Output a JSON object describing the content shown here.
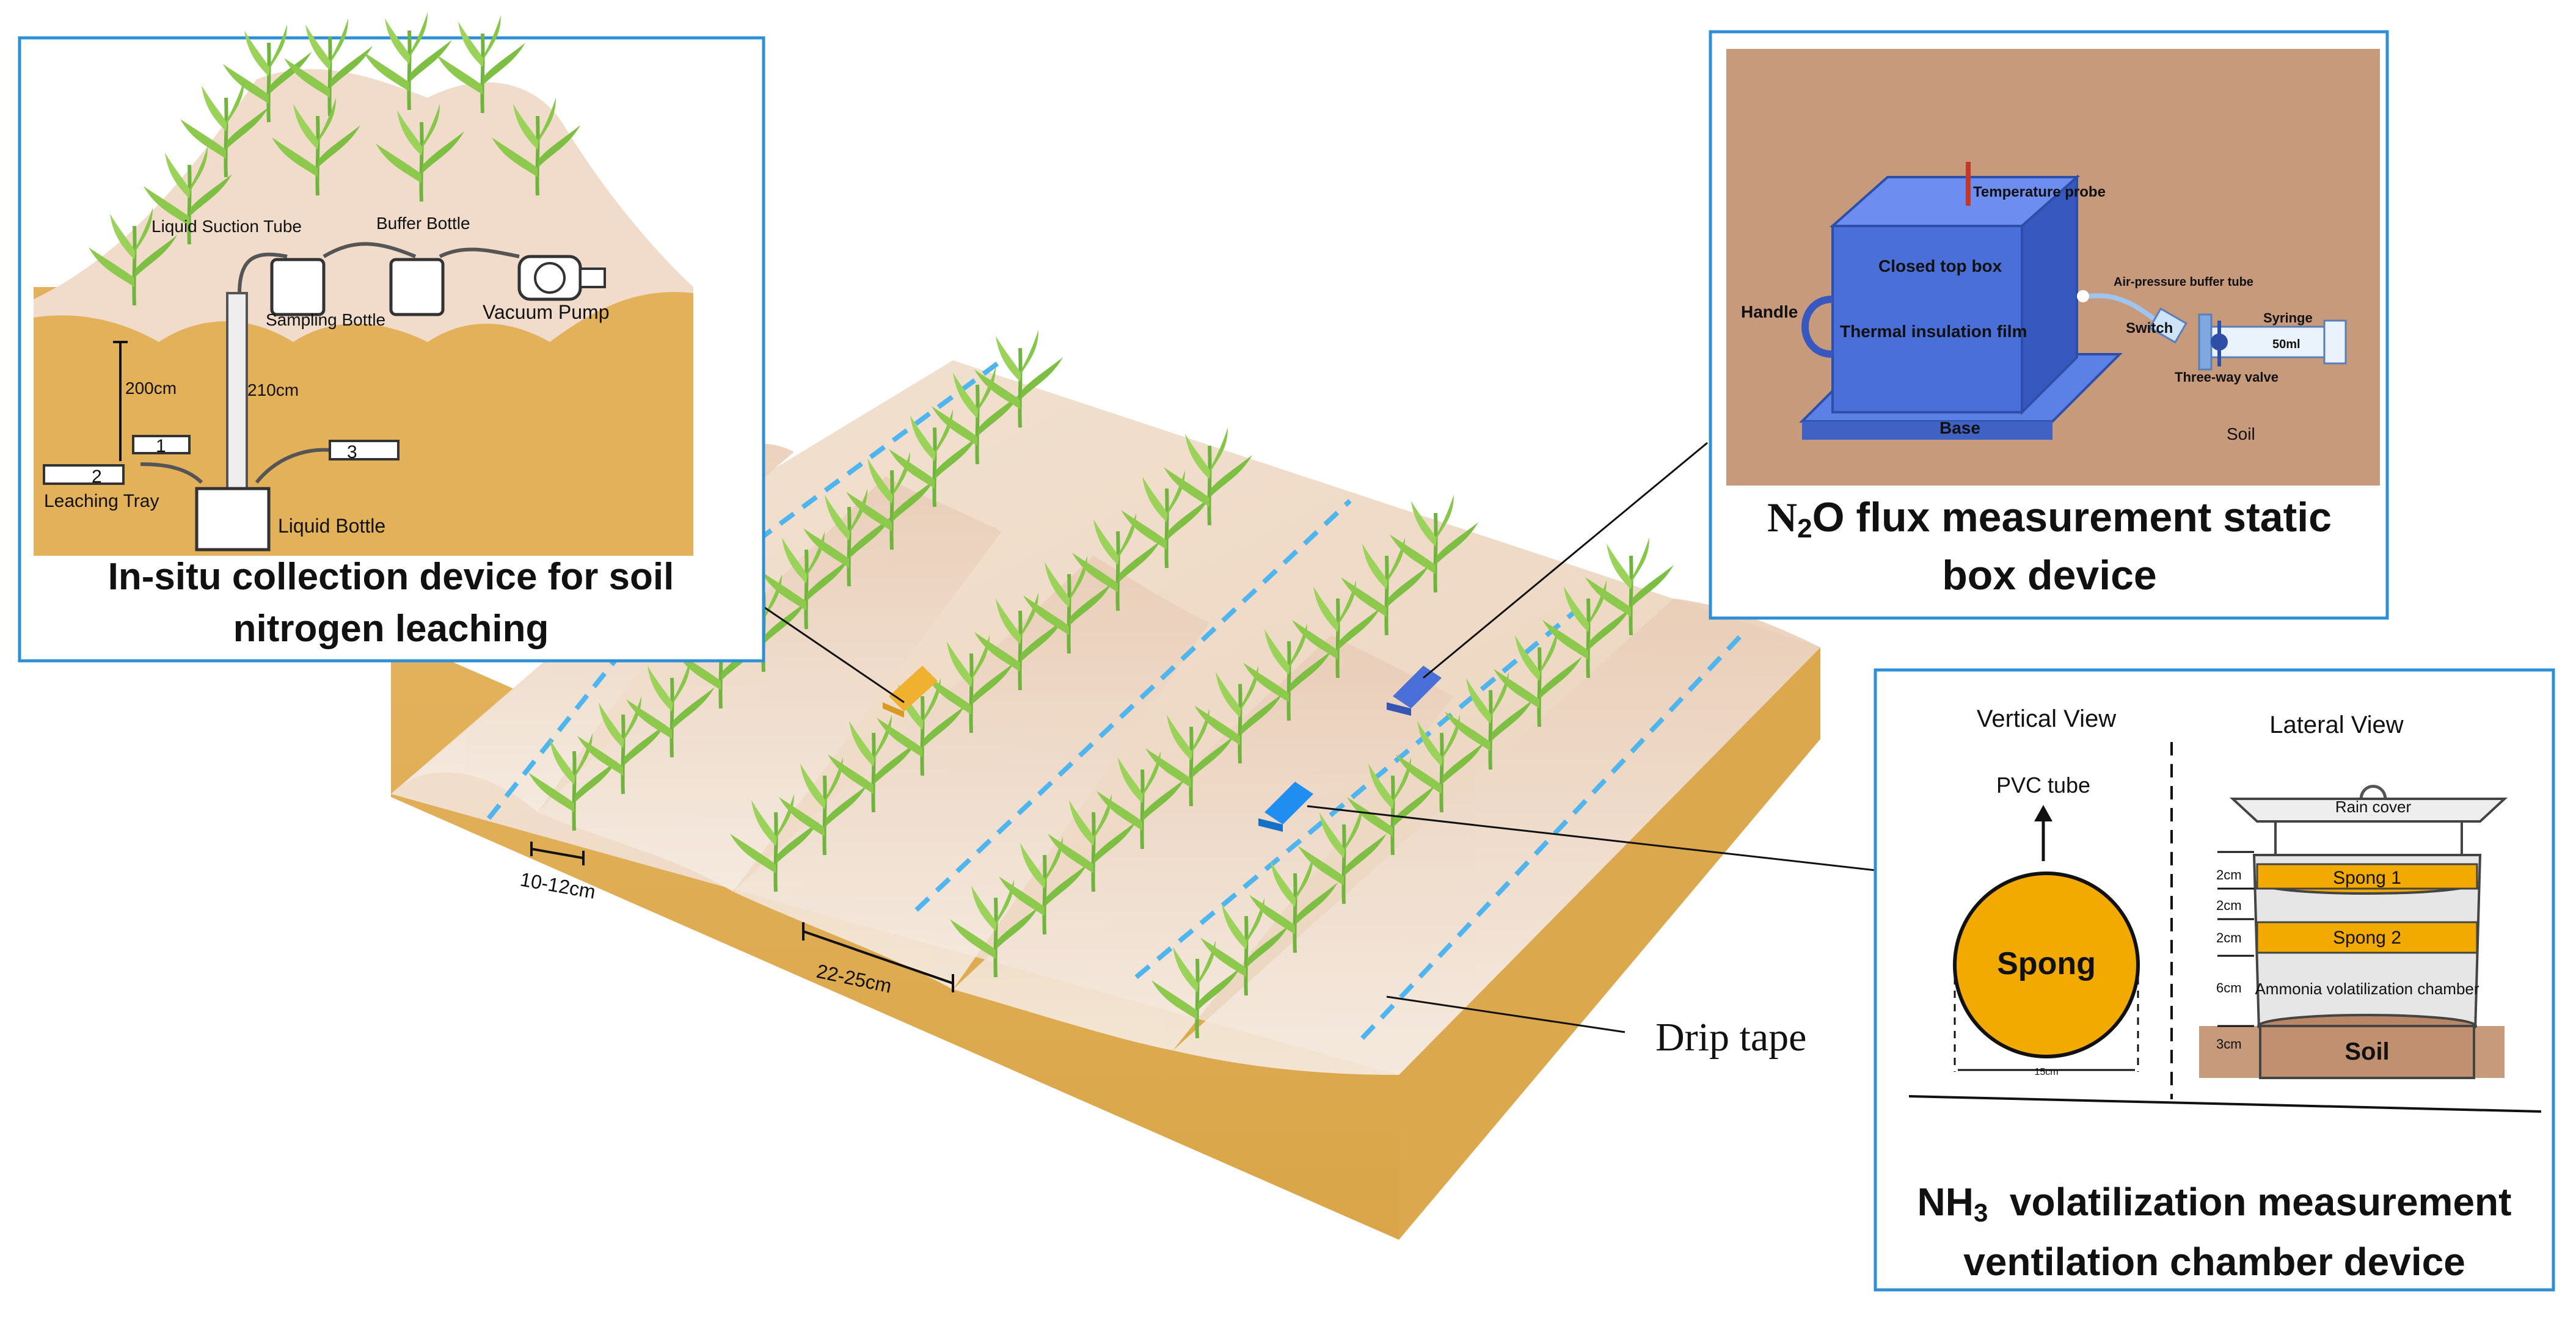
{
  "field": {
    "dim_row_width": "10-12cm",
    "dim_row_spacing": "22-25cm",
    "drip_tape_label": "Drip tape"
  },
  "leaching_panel": {
    "caption_line1": "In-situ collection device for soil",
    "caption_line2": "nitrogen leaching",
    "labels": {
      "liquid_suction_tube": "Liquid Suction Tube",
      "buffer_bottle": "Buffer Bottle",
      "sampling_bottle": "Sampling Bottle",
      "vacuum_pump": "Vacuum Pump",
      "depth_200": "200cm",
      "depth_210": "210cm",
      "tray_1": "1",
      "tray_2": "2",
      "tray_3": "3",
      "leaching_tray": "Leaching Tray",
      "liquid_bottle": "Liquid Bottle"
    },
    "border_color": "#2f8fd6"
  },
  "n2o_panel": {
    "caption_line1_prefix": "N",
    "caption_line1_sub": "2",
    "caption_line1_rest": "O flux measurement static",
    "caption_line2": "box device",
    "labels": {
      "temperature_probe": "Temperature probe",
      "closed_top_box": "Closed top box",
      "thermal_insulation_film": "Thermal insulation film",
      "handle": "Handle",
      "air_pressure_buffer_tube": "Air-pressure buffer tube",
      "switch": "Switch",
      "syringe": "Syringe",
      "syringe_volume": "50ml",
      "three_way_valve": "Three-way valve",
      "base": "Base",
      "soil": "Soil"
    },
    "box_color": "#4a6fd8",
    "background_color": "#c79a7c"
  },
  "nh3_panel": {
    "caption_line1_prefix": "NH",
    "caption_line1_sub": "3",
    "caption_line1_rest": "  volatilization measurement",
    "caption_line2": "ventilation chamber device",
    "vertical_view": {
      "title": "Vertical View",
      "pvc_tube": "PVC tube",
      "spong": "Spong",
      "diameter": "15cm"
    },
    "lateral_view": {
      "title": "Lateral View",
      "rain_cover": "Rain cover",
      "spong_1": "Spong 1",
      "spong_2": "Spong 2",
      "chamber": "Ammonia volatilization chamber",
      "soil": "Soil",
      "dims": [
        "2cm",
        "2cm",
        "2cm",
        "6cm",
        "3cm"
      ]
    },
    "sponge_color": "#f2a900"
  }
}
